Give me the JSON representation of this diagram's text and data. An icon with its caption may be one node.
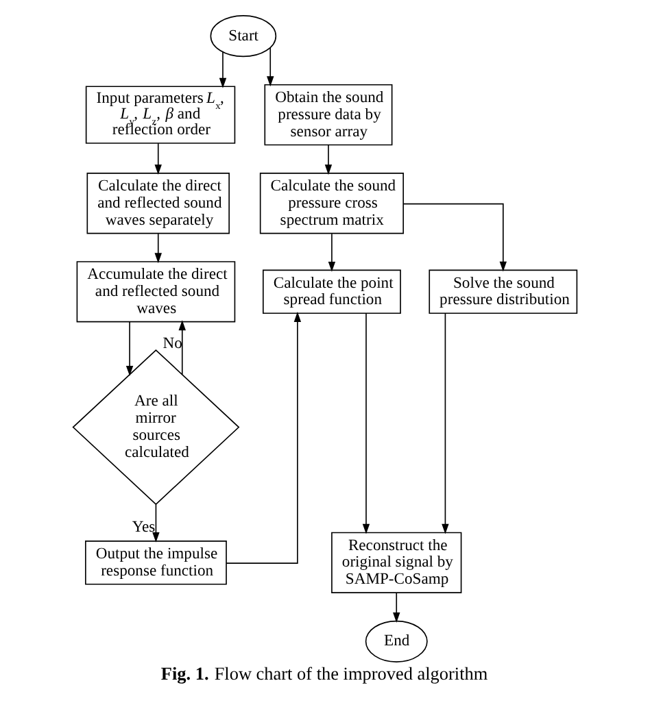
{
  "diagram": {
    "caption": "**Fig. 1.** Flow chart of the improved algorithm",
    "nodes": [
      {
        "text": [
          "Start"
        ]
      },
      {
        "text": [
          "Input parameters *L*$_{x}$, *L*$_{y}$, *L*$_{z}$, *β* and reflection order"
        ]
      },
      {
        "text": [
          "Obtain the sound pressure data by sensor array"
        ]
      },
      {
        "text": [
          "Calculate the direct and reflected sound waves separately"
        ]
      },
      {
        "text": [
          "Calculate the sound pressure cross spectrum matrix"
        ]
      },
      {
        "text": [
          "Accumulate the direct and reflected sound waves"
        ]
      },
      {
        "text": [
          "Are all mirror sources calculated"
        ]
      },
      {
        "text": [
          "Calculate the point spread function"
        ]
      },
      {
        "text": [
          "Solve the sound pressure distribution"
        ]
      },
      {
        "text": [
          "Output the impulse response function"
        ]
      },
      {
        "text": [
          "Reconstruct the original signal by SAMP-CoSamp"
        ]
      },
      {
        "text": [
          "End"
        ]
      }
    ],
    "edges": [
      {
        "from": 0,
        "to": 1,
        "arrow": "to"
      },
      {
        "from": 0,
        "to": 2,
        "arrow": "to"
      },
      {
        "from": 1,
        "to": 3,
        "arrow": "to"
      },
      {
        "from": 2,
        "to": 4,
        "arrow": "to"
      },
      {
        "from": 3,
        "to": 5,
        "arrow": "to"
      },
      {
        "from": 4,
        "to": 7,
        "arrow": "to"
      },
      {
        "from": 4,
        "to": 8,
        "arrow": "to"
      },
      {
        "from": 5,
        "to": 6,
        "arrow": "to"
      },
      {
        "from": 6,
        "to": 5,
        "arrow": "to",
        "label": "No"
      },
      {
        "from": 6,
        "to": 9,
        "arrow": "to",
        "label": "Yes"
      },
      {
        "from": 9,
        "to": 7,
        "arrow": "to"
      },
      {
        "from": 7,
        "to": 10,
        "arrow": "to"
      },
      {
        "from": 8,
        "to": 10,
        "arrow": "to"
      },
      {
        "from": 10,
        "to": 11,
        "arrow": "to"
      }
    ]
  }
}
